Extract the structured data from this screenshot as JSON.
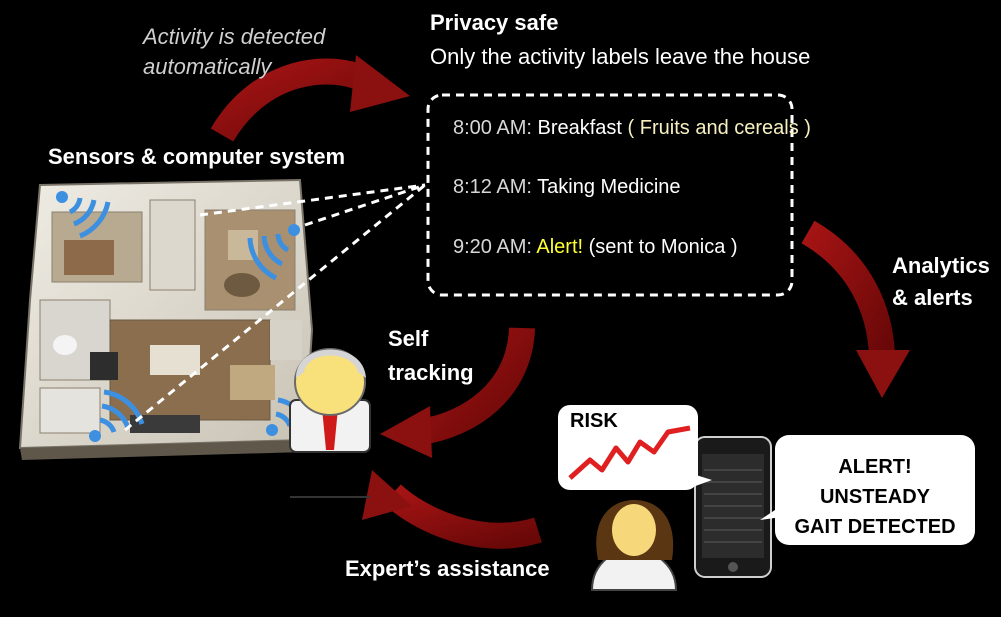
{
  "auto_caption": [
    "Activity is detected",
    "automatically"
  ],
  "sensors_title": "Sensors & computer system",
  "privacy": {
    "title": "Privacy safe",
    "subtitle": "Only the activity labels leave the house"
  },
  "log": [
    {
      "time": "8:00 AM:",
      "text": "Breakfast",
      "extra": "( Fruits and cereals )"
    },
    {
      "time": "8:12 AM:",
      "text": "Taking Medicine",
      "extra": ""
    },
    {
      "time": "9:20 AM:",
      "alert": "Alert!",
      "text": "(sent to Monica )"
    }
  ],
  "analytics": [
    "Analytics",
    "& alerts"
  ],
  "self_tracking": [
    "Self",
    "tracking"
  ],
  "expert": "Expert’s assistance",
  "risk_label": "RISK",
  "alert_bubble": [
    "ALERT!",
    "UNSTEADY",
    "GAIT DETECTED"
  ],
  "colors": {
    "arrow": "#8b1010",
    "background": "#000000",
    "alert_text": "#ffff33",
    "detail_text": "#f6f0c0",
    "wifi": "#3d8fe0"
  },
  "icons": [
    "curved-arrow-icon",
    "wifi-signal-icon",
    "person-avatar-icon",
    "smartphone-icon",
    "risk-chart-icon"
  ]
}
